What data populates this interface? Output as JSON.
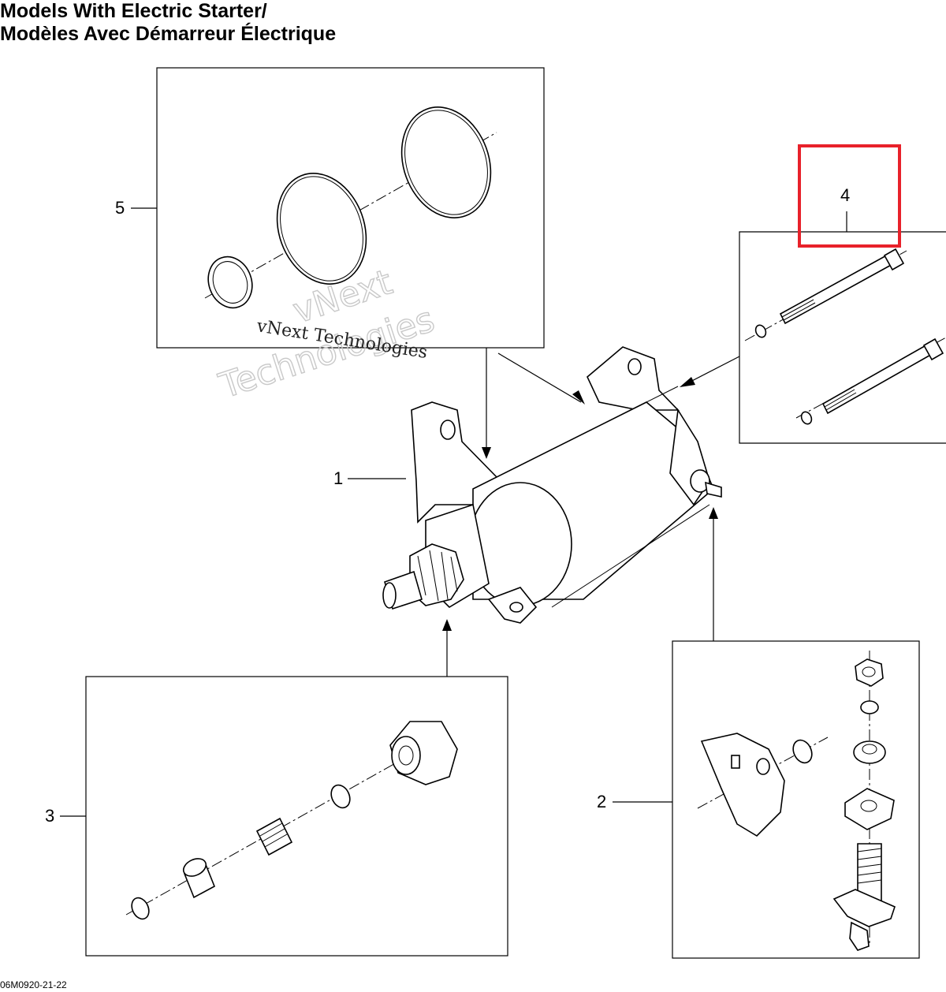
{
  "header": {
    "title_en": "Models With Electric Starter/",
    "title_fr": "Modèles Avec Démarreur Électrique"
  },
  "callouts": {
    "c1": "1",
    "c2": "2",
    "c3": "3",
    "c4": "4",
    "c5": "5"
  },
  "watermark": {
    "line1": "vNext",
    "line2": "Technologies",
    "inline": "vNext Technologies"
  },
  "footer": {
    "drawing_code": "06M0920-21-22"
  },
  "colors": {
    "highlight": "#e8212a",
    "line": "#000000",
    "watermark": "#c9c9c9"
  }
}
